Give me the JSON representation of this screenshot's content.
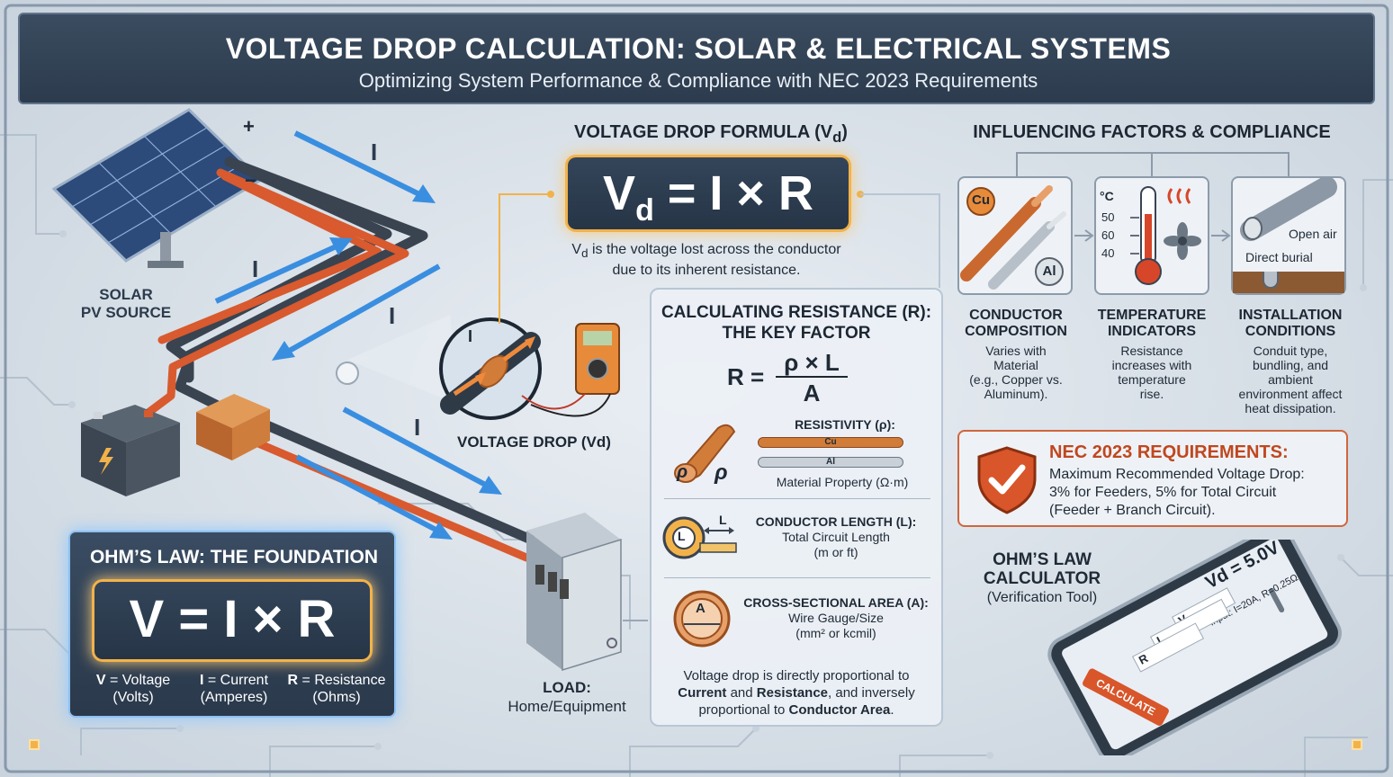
{
  "header": {
    "title": "VOLTAGE DROP CALCULATION: SOLAR & ELECTRICAL SYSTEMS",
    "subtitle": "Optimizing System Performance & Compliance with NEC 2023 Requirements"
  },
  "left": {
    "solar_label_1": "SOLAR",
    "solar_label_2": "PV SOURCE",
    "plus": "+",
    "minus": "−",
    "current": "I",
    "voltage_drop_label": "VOLTAGE DROP (Vd)",
    "load_label_1": "LOAD:",
    "load_label_2": "Home/Equipment"
  },
  "ohms_law": {
    "heading": "OHM’S LAW: THE FOUNDATION",
    "formula": "V = I × R",
    "defs": [
      {
        "sym": "V",
        "name": "= Voltage",
        "unit": "(Volts)"
      },
      {
        "sym": "I",
        "name": "= Current",
        "unit": "(Amperes)"
      },
      {
        "sym": "R",
        "name": "= Resistance",
        "unit": "(Ohms)"
      }
    ]
  },
  "formula": {
    "heading": "VOLTAGE DROP FORMULA (V",
    "heading_sub": "d",
    "heading_end": ")",
    "main_v": "V",
    "main_sub": "d",
    "main_rest": " = I × R",
    "desc_1a": "V",
    "desc_1sub": "d",
    "desc_1b": " is the voltage lost across the conductor",
    "desc_2": "due to its inherent resistance."
  },
  "resistance": {
    "heading_1": "CALCULATING RESISTANCE (R):",
    "heading_2": "THE KEY FACTOR",
    "formula_lhs": "R =",
    "formula_num": "ρ × L",
    "formula_den": "A",
    "resistivity_title": "RESISTIVITY (ρ):",
    "rho": "ρ",
    "cu": "Cu",
    "al": "Al",
    "resistivity_desc": "Material Property (Ω·m)",
    "length_title": "CONDUCTOR LENGTH (L):",
    "length_desc_1": "Total Circuit Length",
    "length_desc_2": "(m or ft)",
    "length_icon_l": "L",
    "area_title": "CROSS-SECTIONAL AREA (A):",
    "area_desc_1": "Wire Gauge/Size",
    "area_desc_2": "(mm² or kcmil)",
    "area_icon_a": "A",
    "summary_1": "Voltage drop is directly proportional to",
    "summary_2a": "Current",
    "summary_2b": " and ",
    "summary_2c": "Resistance",
    "summary_2d": ", and inversely",
    "summary_3a": "proportional to ",
    "summary_3b": "Conductor Area",
    "summary_3c": "."
  },
  "factors": {
    "heading": "INFLUENCING FACTORS & COMPLIANCE",
    "cu": "Cu",
    "al": "Al",
    "temp_unit": "°C",
    "temp_ticks": [
      "50",
      "60",
      "40"
    ],
    "open_air": "Open air",
    "direct_burial": "Direct burial",
    "items": [
      {
        "title_1": "CONDUCTOR",
        "title_2": "COMPOSITION",
        "desc": [
          "Varies with",
          "Material",
          "(e.g., Copper vs.",
          "Aluminum)."
        ]
      },
      {
        "title_1": "TEMPERATURE",
        "title_2": "INDICATORS",
        "desc": [
          "Resistance",
          "increases with",
          "temperature",
          "rise."
        ]
      },
      {
        "title_1": "INSTALLATION",
        "title_2": "CONDITIONS",
        "desc": [
          "Conduit type,",
          "bundling, and",
          "ambient",
          "environment affect",
          "heat dissipation."
        ]
      }
    ]
  },
  "nec": {
    "title": "NEC 2023 REQUIREMENTS:",
    "line_1": "Maximum Recommended Voltage Drop:",
    "line_2": "3% for Feeders, 5% for Total Circuit",
    "line_3": "(Feeder + Branch Circuit)."
  },
  "calculator": {
    "title_1": "OHM’S LAW",
    "title_2": "CALCULATOR",
    "subtitle": "(Verification Tool)",
    "screen_result": "Vd = 5.0V",
    "screen_input": "Input: I=20A, R=0.25Ω",
    "field_v": "V",
    "field_i": "I",
    "field_r": "R",
    "button": "CALCULATE"
  },
  "colors": {
    "header": "#2c3b4d",
    "accent_orange": "#f2b24a",
    "wire_red": "#d85a2e",
    "wire_dark": "#3a4350",
    "arrow_blue": "#3a8ee0",
    "nec_red": "#c0471f"
  }
}
